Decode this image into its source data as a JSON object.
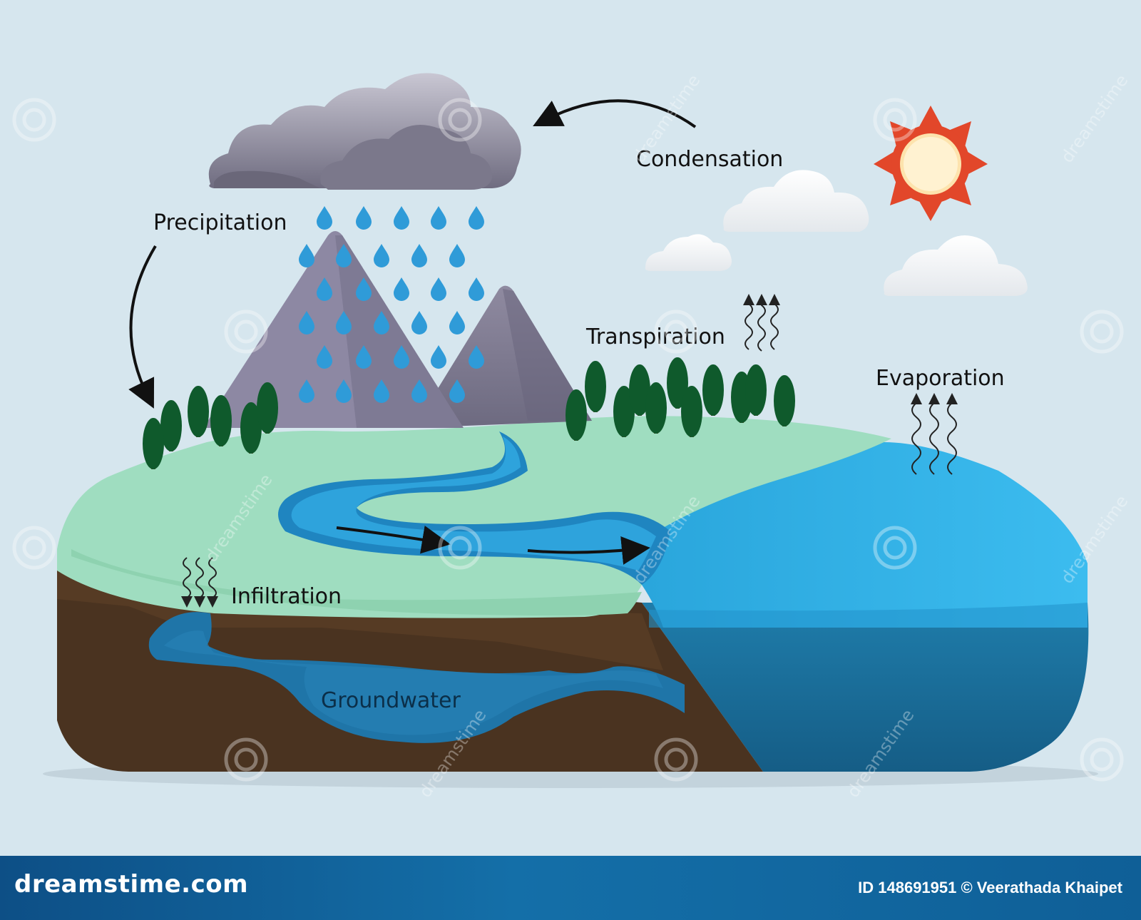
{
  "labels": {
    "condensation": "Condensation",
    "precipitation": "Precipitation",
    "transpiration": "Transpiration",
    "evaporation": "Evaporation",
    "infiltration": "Infiltration",
    "groundwater": "Groundwater"
  },
  "watermark": {
    "text": "dreamstime"
  },
  "footer": {
    "brand": "dreamstime.com",
    "credit": "ID 148691951 © Veerathada Khaipet"
  },
  "colors": {
    "background": "#d6e6ee",
    "land": "#9fddc0",
    "soil": "#4a3320",
    "ocean_top": "#33b3e6",
    "ocean_side": "#1c6f99",
    "sun": "#e2472a",
    "rain_cloud": "#7d7a8c",
    "tree": "#0f5a2c"
  }
}
